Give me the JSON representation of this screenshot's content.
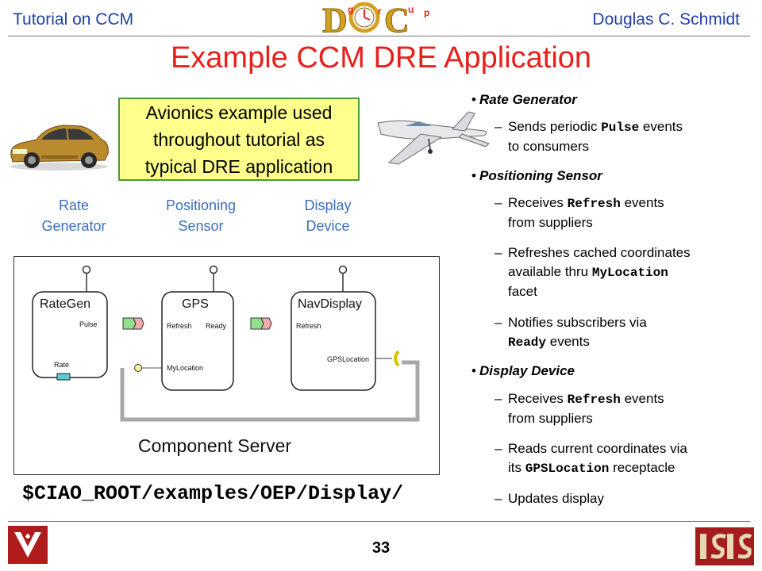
{
  "header": {
    "left": "Tutorial on CCM",
    "right": "Douglas C. Schmidt",
    "logo": "DOC group"
  },
  "title": "Example CCM DRE Application",
  "callout": {
    "line1": "Avionics example used",
    "line2": "throughout tutorial as",
    "line3": "typical DRE application"
  },
  "components": [
    {
      "line1": "Rate",
      "line2": "Generator"
    },
    {
      "line1": "Positioning",
      "line2": "Sensor"
    },
    {
      "line1": "Display",
      "line2": "Device"
    }
  ],
  "diagram": {
    "server_label": "Component Server",
    "rategen": {
      "name": "RateGen",
      "pulse": "Pulse",
      "rate": "Rate"
    },
    "gps": {
      "name": "GPS",
      "refresh": "Refresh",
      "ready": "Ready",
      "mylocation": "MyLocation"
    },
    "nav": {
      "name": "NavDisplay",
      "refresh": "Refresh",
      "gpslocation": "GPSLocation"
    }
  },
  "path": "$CIAO_ROOT/examples/OEP/Display/",
  "bullets": {
    "rate": {
      "head": "Rate Generator",
      "s1a": "Sends periodic ",
      "s1b": "Pulse",
      "s1c": " events",
      "s1d": "to consumers"
    },
    "pos": {
      "head": "Positioning Sensor",
      "s1a": "Receives ",
      "s1b": "Refresh",
      "s1c": " events",
      "s1d": "from suppliers",
      "s2a": "Refreshes cached coordinates",
      "s2b": "available thru ",
      "s2c": "MyLocation",
      "s2d": "facet",
      "s3a": "Notifies subscribers via",
      "s3b": "Ready",
      "s3c": " events"
    },
    "disp": {
      "head": "Display Device",
      "s1a": "Receives ",
      "s1b": "Refresh",
      "s1c": " events",
      "s1d": "from suppliers",
      "s2a": "Reads current coordinates via",
      "s2b": "its ",
      "s2c": "GPSLocation",
      "s2d": " receptacle",
      "s3a": "Updates display"
    }
  },
  "page_number": "33",
  "icons": {
    "car": "car-photo",
    "plane": "airplane-image",
    "vu_logo": "vanderbilt-logo",
    "isis_logo": "isis-logo"
  },
  "colors": {
    "title": "#e8201c",
    "header": "#1f3fa8",
    "callout_bg": "#ffff8c",
    "component_label": "#3a6fc0"
  }
}
